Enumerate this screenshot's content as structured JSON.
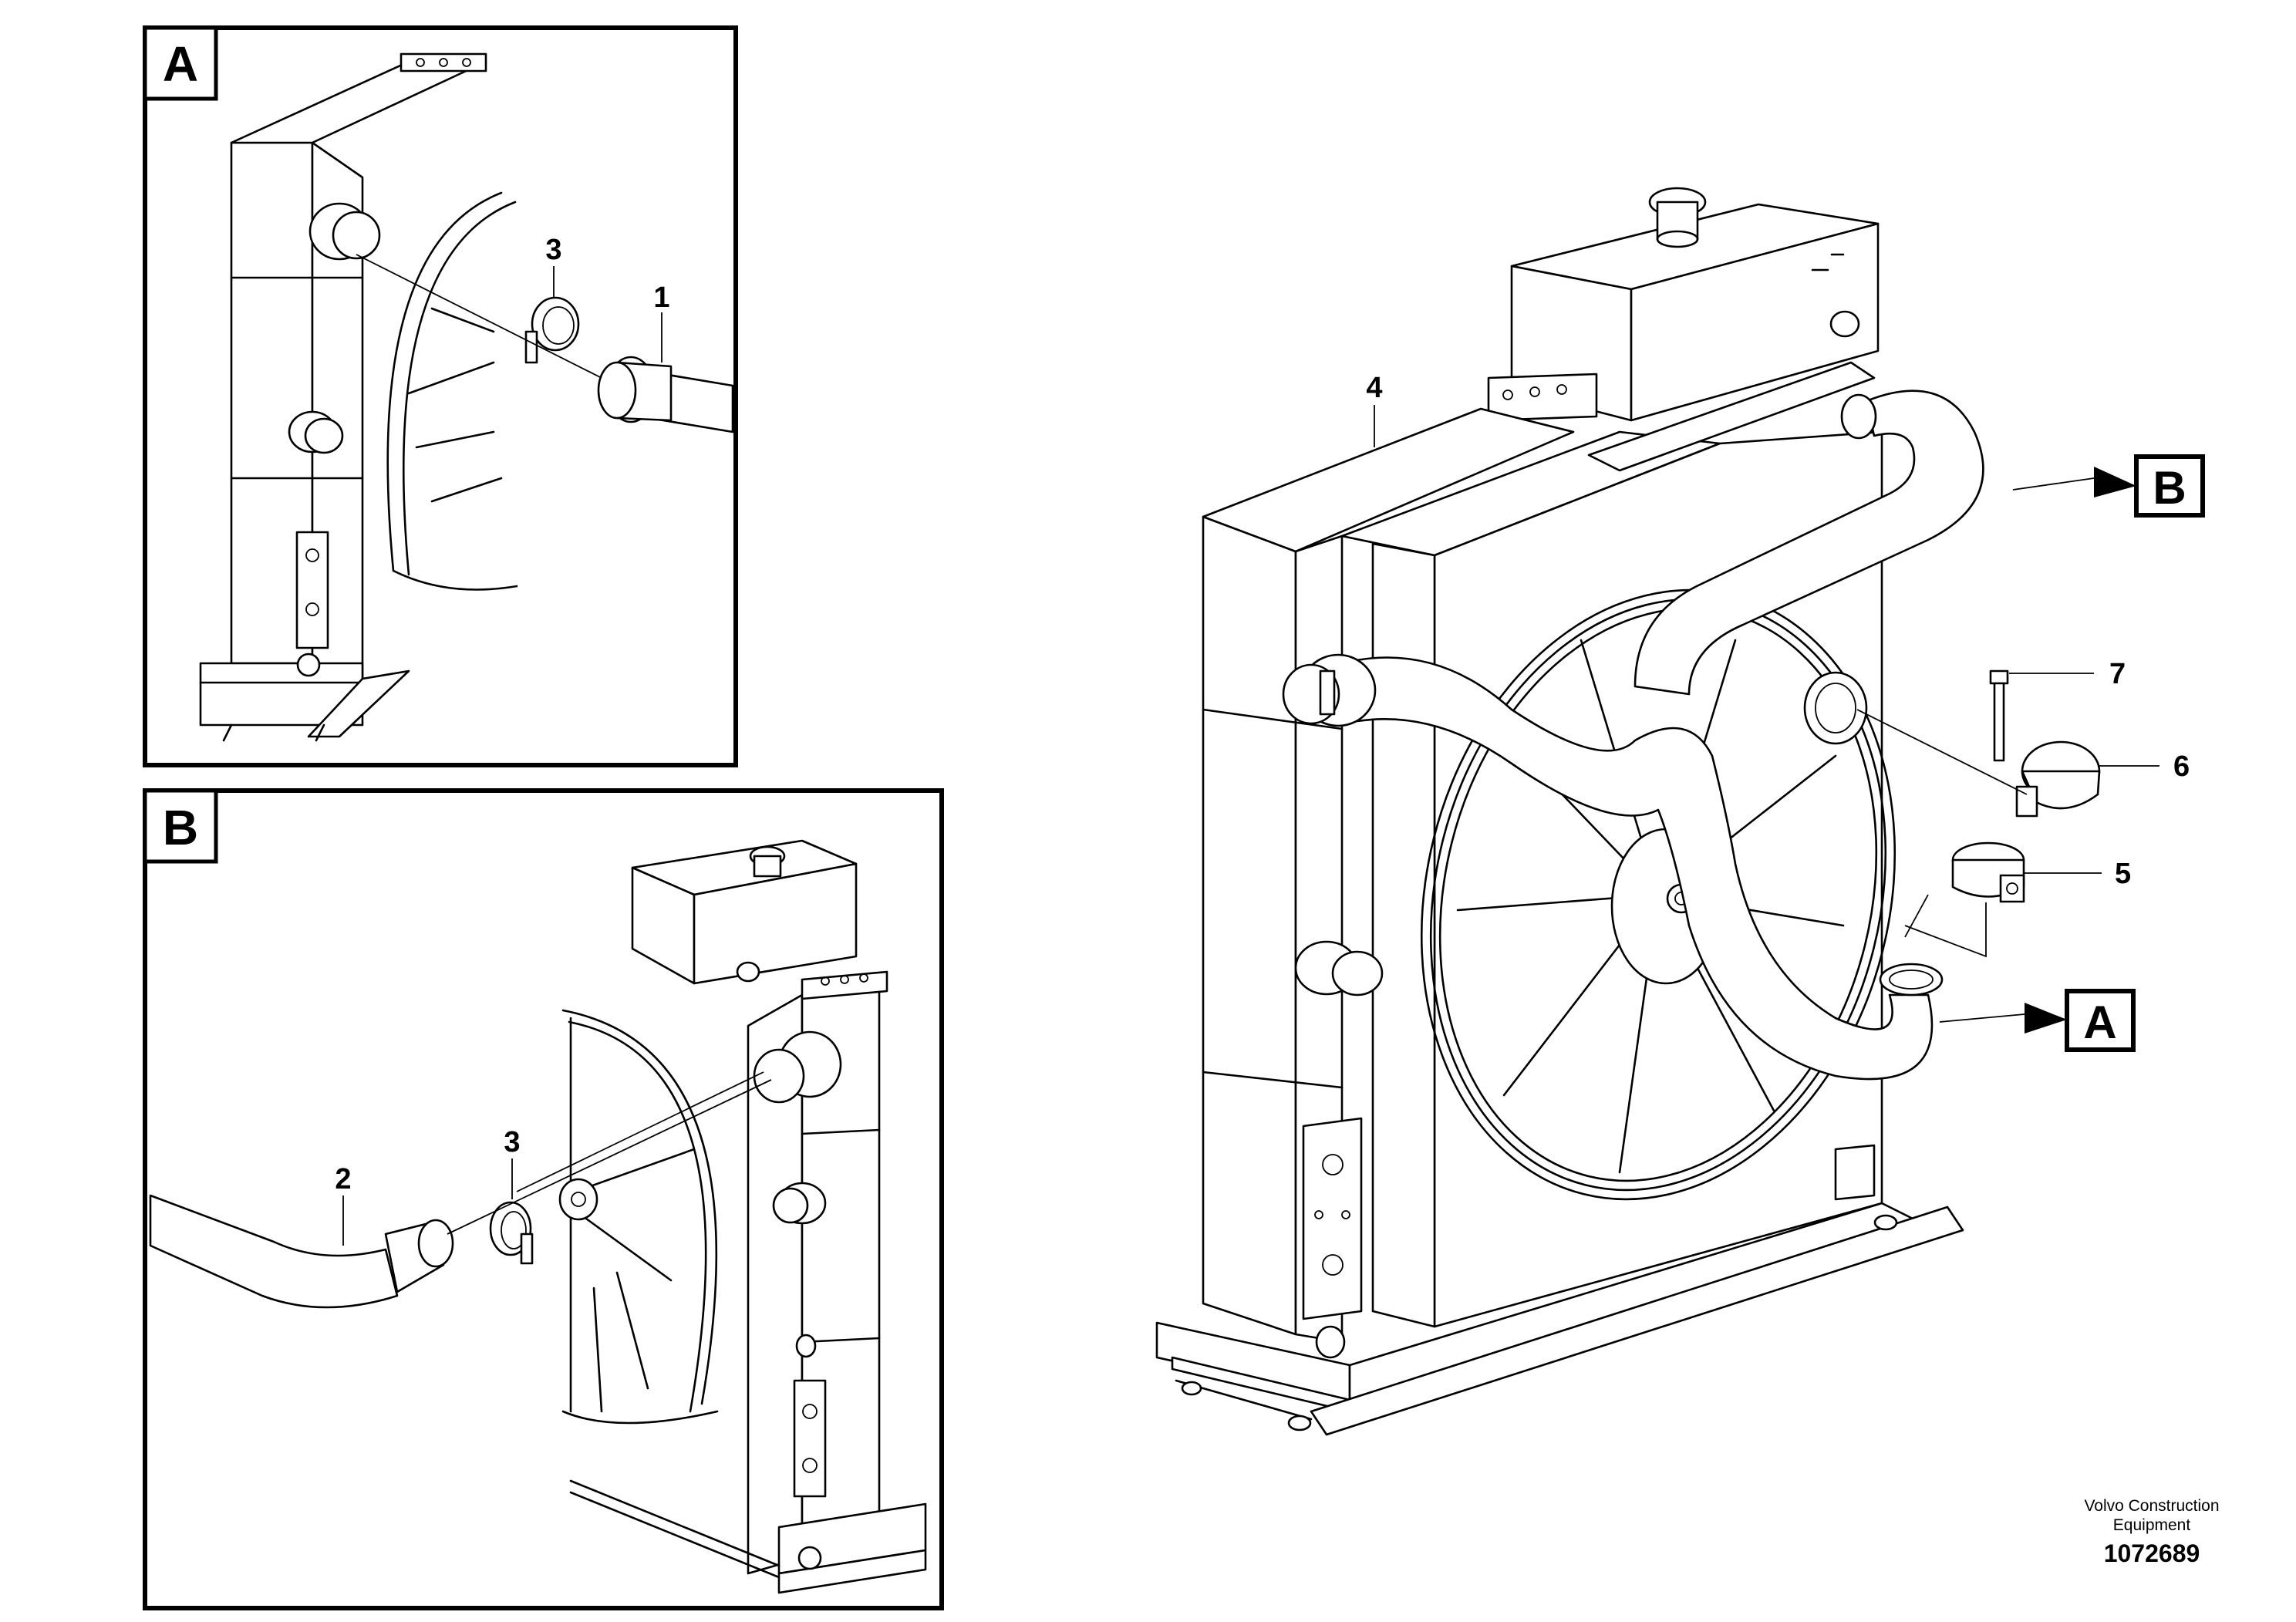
{
  "insets": [
    {
      "tag": "A",
      "callouts": [
        "3",
        "1"
      ]
    },
    {
      "tag": "B",
      "callouts": [
        "3",
        "2"
      ]
    }
  ],
  "main_view": {
    "callouts": [
      "4",
      "7",
      "6",
      "5"
    ],
    "reference_tags": [
      "B",
      "A"
    ]
  },
  "footer": {
    "company_line1": "Volvo Construction",
    "company_line2": "Equipment",
    "drawing_number": "1072689"
  }
}
